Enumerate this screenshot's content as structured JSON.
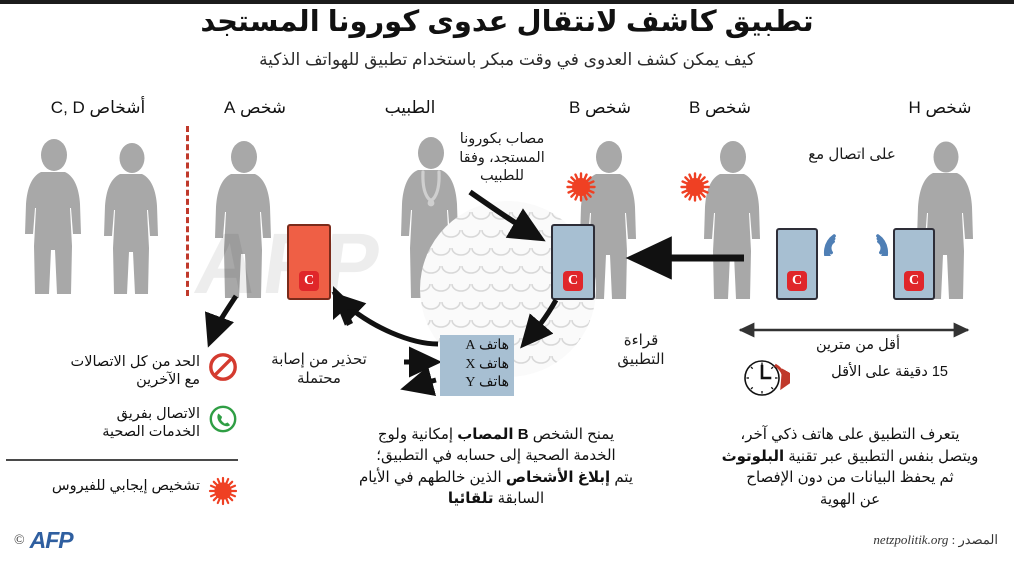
{
  "header": {
    "title": "تطبيق كاشف لانتقال عدوى كورونا المستجد",
    "subtitle": "كيف يمكن كشف العدوى في وقت مبكر باستخدام تطبيق للهواتف الذكية"
  },
  "columns": [
    {
      "id": "persons-cd",
      "label": "أشخاص C, D"
    },
    {
      "id": "person-a",
      "label": "شخص A"
    },
    {
      "id": "doctor",
      "label": "الطبيب"
    },
    {
      "id": "person-b-2",
      "label": "شخص B"
    },
    {
      "id": "person-b-1",
      "label": "شخص B"
    },
    {
      "id": "person-h",
      "label": "شخص H"
    }
  ],
  "annotations": {
    "infected_by_doctor": "مصاب بكورونا المستجد، وفقا للطبيب",
    "in_contact_with": "على اتصال مع",
    "app_reading": "قراءة التطبيق",
    "possible_infection_warning": "تحذير من إصابة محتملة",
    "distance": "أقل من مترين",
    "duration": "15 دقيقة على الأقل"
  },
  "phone_list": {
    "items": [
      "هاتف A",
      "هاتف X",
      "هاتف Y"
    ],
    "box_color": "#a7bfd2"
  },
  "phones": [
    {
      "id": "phone-person-a",
      "app_label": "C",
      "state": "alert",
      "color": "#ef5f45"
    },
    {
      "id": "phone-person-b-2",
      "app_label": "C",
      "state": "normal",
      "color": "#a7bfd2"
    },
    {
      "id": "phone-person-b-1",
      "app_label": "C",
      "state": "normal",
      "color": "#a7bfd2"
    },
    {
      "id": "phone-person-h",
      "app_label": "C",
      "state": "normal",
      "color": "#a7bfd2"
    }
  ],
  "body_text": {
    "center_paragraph": {
      "line1_pre": "يمنح الشخص ",
      "line1_bold": "B المصاب",
      "line1_post": " إمكانية ولوج",
      "line2": "الخدمة الصحية إلى حسابه في التطبيق؛",
      "line3_pre": "يتم ",
      "line3_bold": "إبلاغ الأشخاص",
      "line3_post": " الذين خالطهم في الأيام",
      "line4_pre": "السابقة ",
      "line4_bold": "تلقائيا"
    },
    "right_paragraph": {
      "line1": "يتعرف التطبيق على هاتف ذكي آخر،",
      "line2_pre": "ويتصل بنفس التطبيق عبر تقنية ",
      "line2_bold": "البلوتوث",
      "line3": "ثم يحفظ البيانات من دون الإفصاح",
      "line4": "عن الهوية"
    }
  },
  "legend": [
    {
      "icon": "no-entry-icon",
      "color": "#d43b2f",
      "text_line1": "الحد من كل الاتصالات",
      "text_line2": "مع الآخرين"
    },
    {
      "icon": "phone-call-icon",
      "color": "#2f9e44",
      "text_line1": "الاتصال بفريق",
      "text_line2": "الخدمات الصحية"
    },
    {
      "icon": "virus-icon",
      "color": "#ef4023",
      "text_line1": "تشخيص إيجابي للفيروس",
      "text_line2": ""
    }
  ],
  "footer": {
    "copyright": "©",
    "logo": "AFP",
    "source_label": "المصدر :",
    "source_value": "netzpolitik.org"
  },
  "watermark": "AFP"
}
